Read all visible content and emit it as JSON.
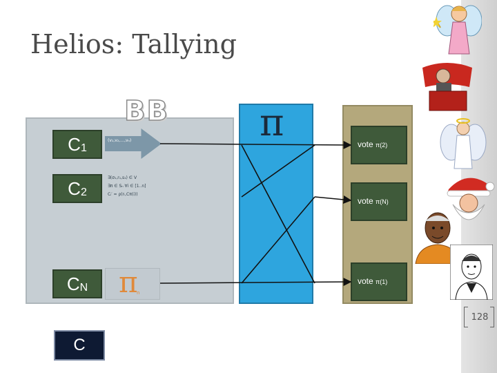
{
  "slide": {
    "title": "Helios: Tallying",
    "bb_label": "BB",
    "page_number": "128"
  },
  "ciphertexts": [
    {
      "base": "C",
      "sub": "1"
    },
    {
      "base": "C",
      "sub": "2"
    },
    {
      "base": "C",
      "sub": "N"
    }
  ],
  "bottom_cipher": "C",
  "arrow_caption": "(v₁,v₂,…,vₙ)",
  "proof_lines": [
    "∃(σ₁,r₁,s₁) ∈ V",
    "∃π ∈ Sₙ ∀i ∈ [1..n]",
    "Cᵢ′ = ρ(rᵢ,Cπ(i))"
  ],
  "bb_pi": {
    "symbol": "π",
    "sub": "n"
  },
  "mix_pi": "π",
  "votes": [
    {
      "label": "vote ",
      "sub": "π(2)"
    },
    {
      "label": "vote ",
      "sub": "π(N)"
    },
    {
      "label": "vote ",
      "sub": "π(1)"
    }
  ],
  "icons": [
    "fairy-icon",
    "speaker-at-podium-icon",
    "angel-icon",
    "santa-icon",
    "mandela-portrait-icon",
    "man-portrait-icon"
  ]
}
